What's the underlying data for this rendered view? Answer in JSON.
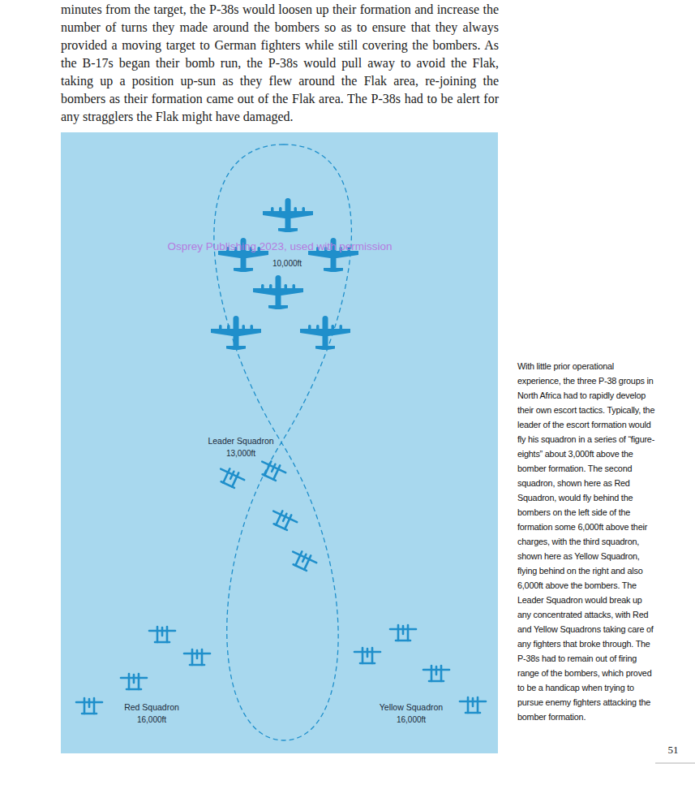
{
  "diagram": {
    "caption": "With little prior operational experience, the three P-38 groups in North Africa had to rapidly develop their own escort tactics. Typically, the leader of the escort formation would fly his squadron in a series of “figure-eights” about 3,000ft above the bomber formation. The second squadron, shown here as Red Squadron, would fly behind the bombers on the left side of the formation some 6,000ft above their charges, with the third squadron, shown here as Yellow Squadron, flying behind on the right and also 6,000ft above the bombers. The Leader Squadron would break up any concentrated attacks, with Red and Yellow Squadrons taking care of any fighters that broke through. The P-38s had to remain out of firing range of the bombers, which proved to be a handicap when trying to pursue enemy fighters attacking the bomber formation.",
    "labels": [
      "minutes from the target, the P-38s would loosen up their formation and increase the number of turns they made around the bombers so as to ensure that they always provided a moving target to German fighters while still covering the bombers. As the B-17s began their bomb run, the P-38s would pull away to avoid the Flak, taking up a position up-sun as they flew around the Flak area, re-joining the bombers as their formation came out of the Flak area. The P-38s had to be alert for any stragglers the Flak might have damaged.",
      "Osprey Publishing 2023, used with permission",
      "10,000ft",
      "Leader Squadron",
      "13,000ft",
      "Red Squadron",
      "16,000ft",
      "Yellow Squadron",
      "16,000ft",
      "51"
    ]
  }
}
